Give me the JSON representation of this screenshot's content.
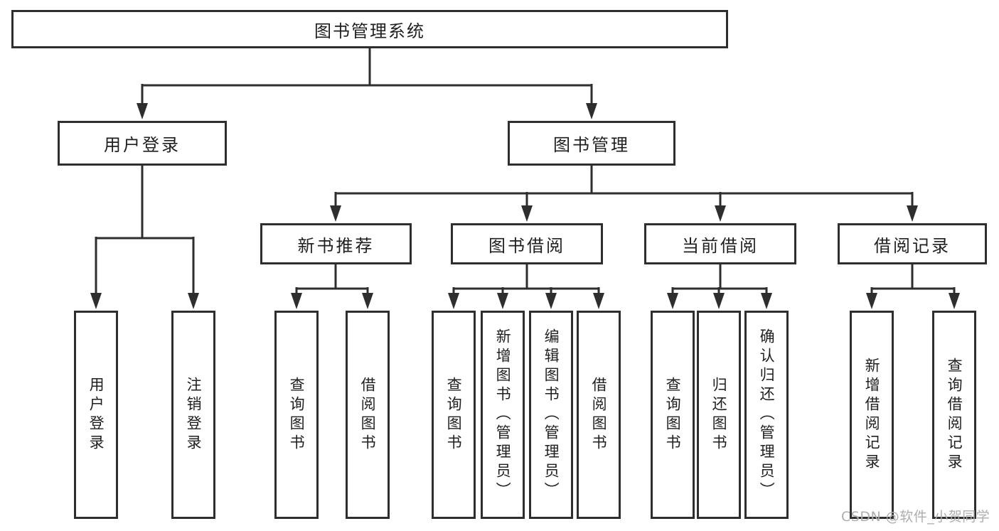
{
  "title": "图书管理系统",
  "tree": {
    "root": {
      "label": "图书管理系统"
    },
    "user_branch": {
      "label": "用户登录",
      "children": [
        "用户登录",
        "注销登录"
      ]
    },
    "book_branch": {
      "label": "图书管理",
      "sections": {
        "new_books": {
          "label": "新书推荐",
          "children": [
            "查询图书",
            "借阅图书"
          ]
        },
        "borrowing": {
          "label": "图书借阅",
          "children": [
            "查询图书",
            "新增图书（管理员）",
            "编辑图书（管理员）",
            "借阅图书"
          ]
        },
        "current": {
          "label": "当前借阅",
          "children": [
            "查询图书",
            "归还图书",
            "确认归还（管理员）"
          ]
        },
        "records": {
          "label": "借阅记录",
          "children": [
            "新增借阅记录",
            "查询借阅记录"
          ]
        }
      }
    }
  },
  "watermark": "CSDN @软件_小贺同学",
  "colors": {
    "line": "#2e2e2e",
    "box_border": "#2e2e2e",
    "box_fill": "#ffffff",
    "text": "#1f1f1f",
    "watermark": "#aeaeae",
    "background": "#ffffff"
  }
}
